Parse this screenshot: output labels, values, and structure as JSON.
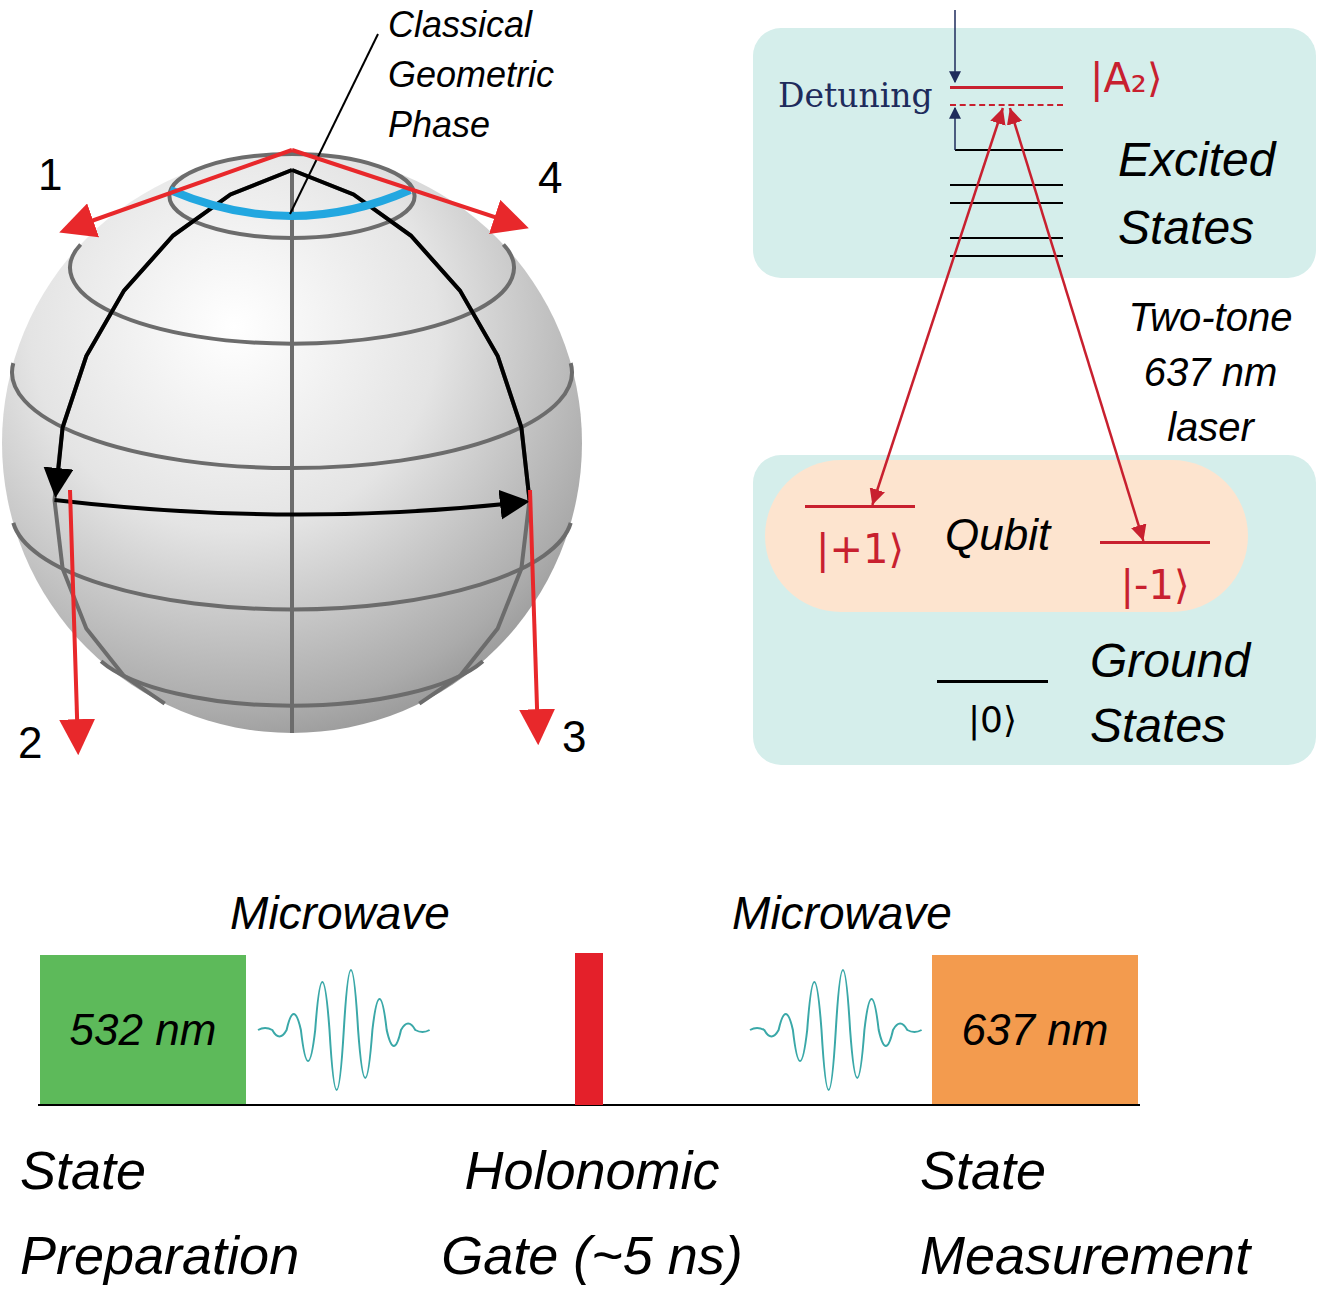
{
  "diagram": {
    "nodes": [
      {
        "text": [
          "Excited States"
        ]
      },
      {
        "text": [
          "|A₂⟩"
        ],
        "in": 0
      },
      {
        "text": [
          "Ground States"
        ]
      },
      {
        "text": [
          "Qubit"
        ],
        "in": 2
      },
      {
        "text": [
          "|+1⟩"
        ],
        "in": 3
      },
      {
        "text": [
          "|-1⟩"
        ],
        "in": 3
      },
      {
        "text": [
          "|0⟩"
        ],
        "in": 2
      },
      {
        "text": [
          "532 nm"
        ]
      },
      {
        "text": [
          "637 nm"
        ]
      }
    ],
    "edges": [
      {
        "from": 4,
        "to": 1,
        "arrow": "both"
      },
      {
        "from": 5,
        "to": 1,
        "arrow": "both"
      }
    ],
    "labels": [
      "Classical Geometric Phase",
      "1",
      "4",
      "2",
      "3",
      "Detuning",
      "Two-tone 637 nm laser",
      "Microwave",
      "Microwave",
      "State Preparation",
      "Holonomic Gate (~5 ns)",
      "State Measurement"
    ]
  }
}
